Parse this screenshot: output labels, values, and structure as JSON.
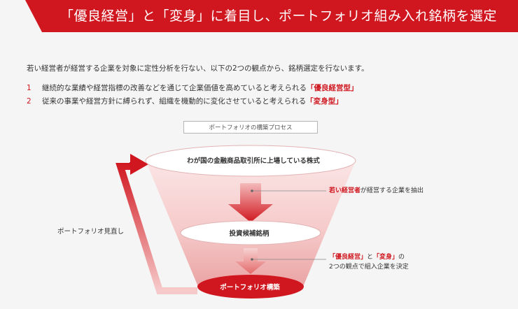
{
  "header": {
    "title": "「優良経営」と「変身」に着目し、ポートフォリオ組み入れ銘柄を選定",
    "accent_color": "#d0171f"
  },
  "intro": {
    "text": "若い経営者が経営する企業を対象に定性分析を行ない、以下の2つの観点から、銘柄選定を行ないます。"
  },
  "points": [
    {
      "number": "1",
      "text": "継続的な業績や経営指標の改善などを通じて企業価値を高めていると考えられる",
      "highlight": "「優良経営型」"
    },
    {
      "number": "2",
      "text": "従来の事業や経営方針に縛られず、組織を機動的に変化させていると考えられる",
      "highlight": "「変身型」"
    }
  ],
  "diagram": {
    "process_label": "ポートフォリオの構築プロセス",
    "stages": [
      "わが国の金融商品取引所に上場している株式",
      "投資候補銘柄",
      "ポートフォリオ構築"
    ],
    "note1": {
      "highlight": "若い経営者",
      "text": "が経営する企業を抽出"
    },
    "note2": {
      "highlight1": "「優良経営」",
      "mid": "と",
      "highlight2": "「変身」",
      "tail": "の",
      "line2": "2つの観点で組入企業を決定"
    },
    "review_label": "ポートフォリオ見直し"
  }
}
